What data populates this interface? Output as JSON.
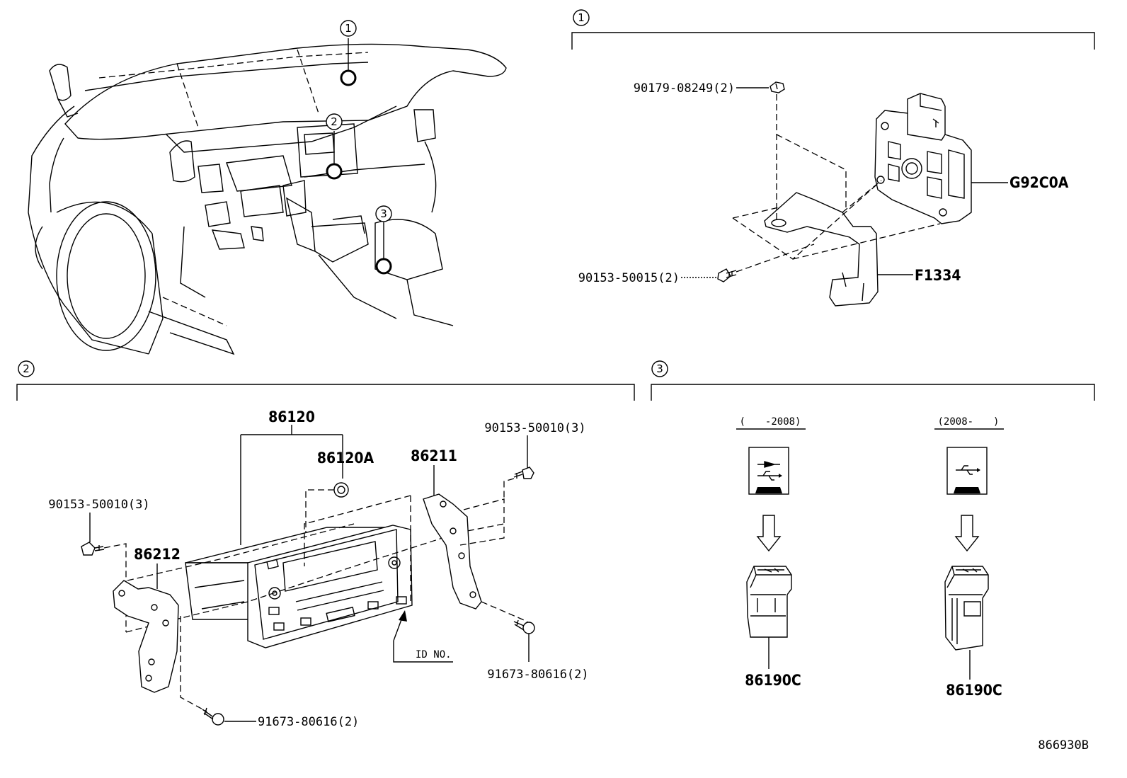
{
  "diagram_code": "866930B",
  "overview": {
    "callouts": [
      "1",
      "2",
      "3"
    ]
  },
  "section1": {
    "marker": "1",
    "parts": {
      "nut": "90179-08249(2)",
      "bolt": "90153-50015(2)",
      "module": "G92C0A",
      "bracket": "F1334"
    }
  },
  "section2": {
    "marker": "2",
    "parts": {
      "radio": "86120",
      "knob": "86120A",
      "bracket_right": "86211",
      "bracket_left": "86212",
      "bolt_top_right": "90153-50010(3)",
      "bolt_top_left": "90153-50010(3)",
      "screw_right": "91673-80616(2)",
      "screw_bottom": "91673-80616(2)",
      "id_note": "ID NO."
    }
  },
  "section3": {
    "marker": "3",
    "variants": [
      {
        "range": "(　　-2008)",
        "part": "86190C"
      },
      {
        "range": "(2008-　　)",
        "part": "86190C"
      }
    ]
  }
}
